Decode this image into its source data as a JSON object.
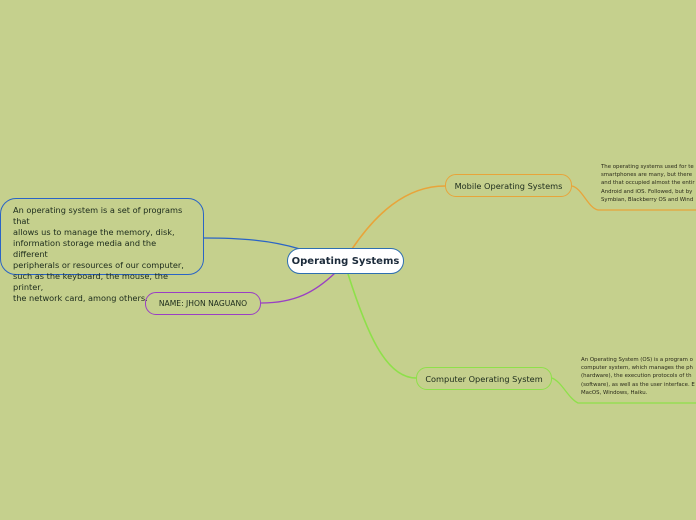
{
  "central": {
    "label": "Operating Systems"
  },
  "definition": {
    "lines": [
      "An operating system is a set of programs that",
      "allows us to manage the memory, disk,",
      "information storage media and the different",
      "peripherals or resources of our computer,",
      "such as the keyboard, the mouse, the printer,",
      "the network card, among others."
    ]
  },
  "name": {
    "label": "NAME: JHON NAGUANO"
  },
  "mobile": {
    "label": "Mobile Operating Systems",
    "desc_lines": [
      "The operating systems used for te",
      "smartphones are many, but there",
      "and that occupied almost the entir",
      "Android and iOS. Followed, but by",
      "Symbian, Blackberry OS and Wind"
    ]
  },
  "computer": {
    "label": "Computer Operating System",
    "desc_lines": [
      "An Operating System (OS) is a program o",
      "computer system, which manages the ph",
      "(hardware), the execution protocols of th",
      "(software), as well as the user interface. E",
      "MacOS, Windows, Haiku."
    ]
  },
  "colors": {
    "background": "#c5d08d",
    "central_border": "#2e6fb0",
    "definition_branch": "#2a64c6",
    "name_branch": "#9a3fc4",
    "mobile_branch": "#e8a43a",
    "computer_branch": "#8ee04a"
  }
}
